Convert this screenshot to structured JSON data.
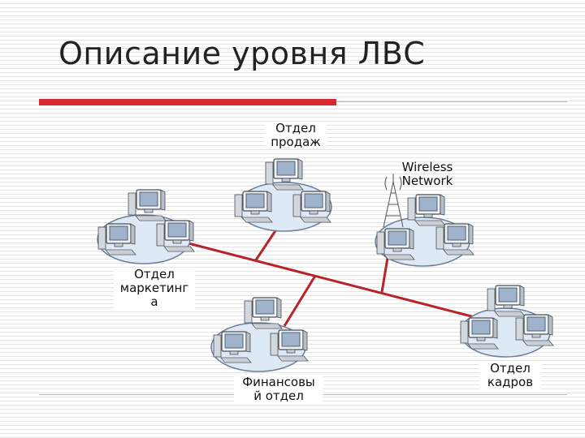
{
  "slide": {
    "title": "Описание уровня ЛВС"
  },
  "diagram": {
    "nodes": {
      "sales": "Отдел\nпродаж",
      "marketing": "Отдел\nмаркетинг\nа",
      "finance": "Финансовы\nй отдел",
      "hr": "Отдел\nкадров",
      "wireless": "Wireless\nNetwork"
    }
  },
  "colors": {
    "accent_red": "#d7282f",
    "link_red": "#b8232a",
    "cluster_fill": "#dfe8f5",
    "cluster_stroke": "#6a7f9c"
  }
}
